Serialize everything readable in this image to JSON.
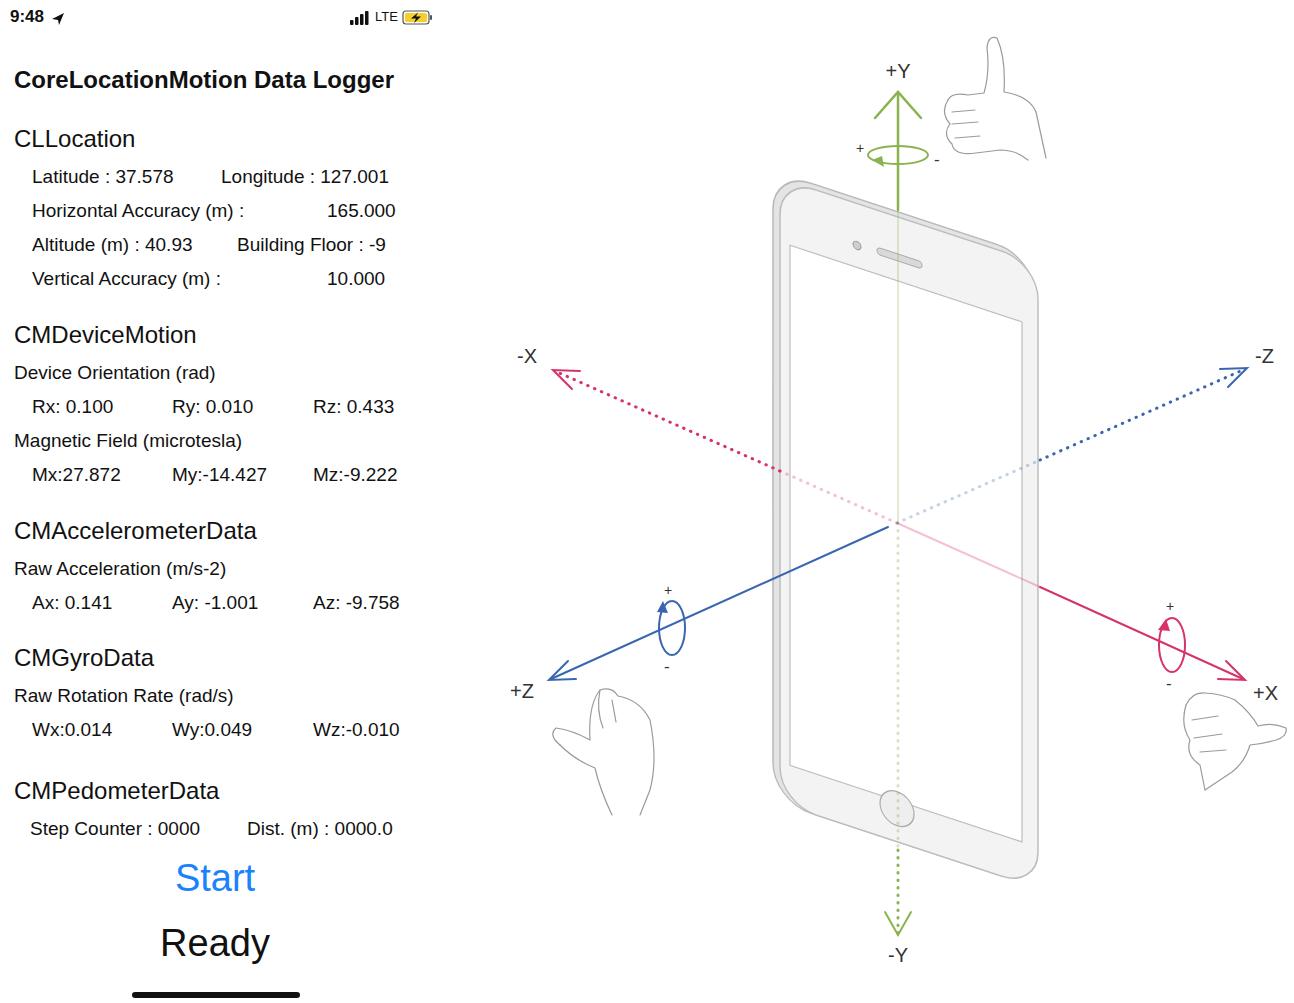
{
  "diagram": {
    "title": "CoreLocationMotion Data Logger",
    "labels": [
      "9:48",
      "LTE",
      "CLLocation",
      "Latitude : 37.578",
      "Longitude : 127.001",
      "Horizontal Accuracy (m) :",
      "165.000",
      "Altitude (m) : 40.93",
      "Building Floor : -9",
      "Vertical Accuracy (m) :",
      "10.000",
      "CMDeviceMotion",
      "Device Orientation (rad)",
      "Rx: 0.100",
      "Ry: 0.010",
      "Rz: 0.433",
      "Magnetic Field (microtesla)",
      "Mx:27.872",
      "My:-14.427",
      "Mz:-9.222",
      "CMAccelerometerData",
      "Raw Acceleration (m/s-2)",
      "Ax: 0.141",
      "Ay: -1.001",
      "Az: -9.758",
      "CMGyroData",
      "Raw Rotation Rate (rad/s)",
      "Wx:0.014",
      "Wy:0.049",
      "Wz:-0.010",
      "CMPedometerData",
      "Step Counter : 0000",
      "Dist. (m) : 0000.0",
      "Start",
      "Ready",
      "+Y",
      "+",
      "-",
      "-X",
      "-Z",
      "+Z",
      "+",
      "-",
      "+X",
      "+",
      "-",
      "-Y"
    ]
  }
}
